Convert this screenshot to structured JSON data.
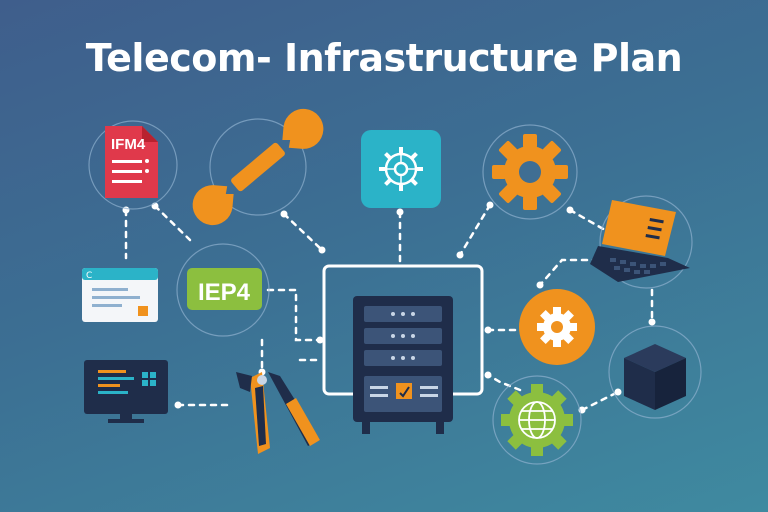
{
  "title": "Telecom- Infrastructure Plan",
  "nodes": {
    "document": {
      "label": "IFM4"
    },
    "badge": {
      "label": "IEP4"
    }
  },
  "colors": {
    "background": "#3f6b94",
    "orange": "#f0921e",
    "teal": "#2bb3c8",
    "green": "#8cbf3f",
    "red": "#e0394b",
    "navy": "#1f2d4a",
    "line": "#ffffff"
  },
  "icons": [
    "document-icon",
    "wrench-icon",
    "gear-icon",
    "orange-gear-icon",
    "laptop-icon",
    "browser-window-icon",
    "monitor-icon",
    "tools-icon",
    "server-rack-icon",
    "box-icon",
    "globe-gear-icon"
  ]
}
